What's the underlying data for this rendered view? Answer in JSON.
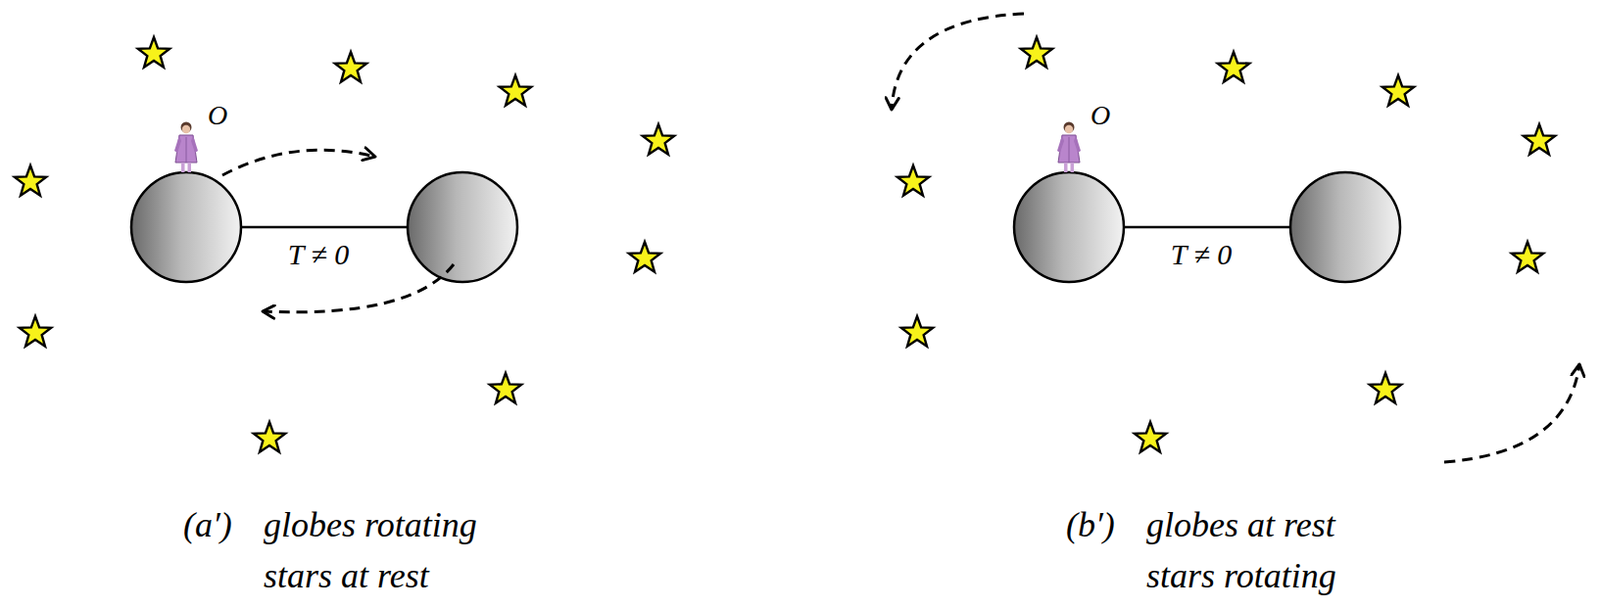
{
  "diagram": {
    "labels": [
      "O",
      "T ≠ 0",
      "(a′)",
      "globes rotating stars at rest",
      "O",
      "T ≠ 0",
      "(b′)",
      "globes at rest stars rotating"
    ]
  }
}
